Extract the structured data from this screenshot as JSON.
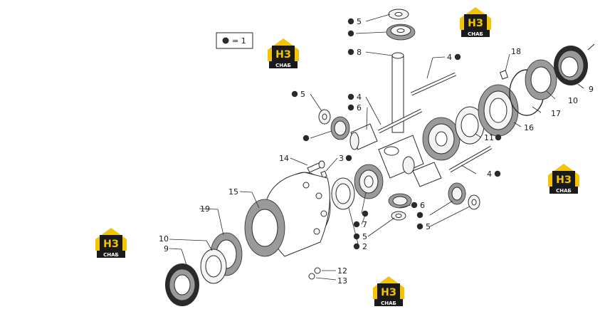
{
  "legend": {
    "symbol": "●",
    "text": "= 1"
  },
  "labels": [
    {
      "id": "l5a",
      "text": "5",
      "dot": true
    },
    {
      "id": "l8",
      "text": "8",
      "dot": true
    },
    {
      "id": "l4a",
      "text": "4",
      "dot": true
    },
    {
      "id": "l18",
      "text": "18",
      "dot": false
    },
    {
      "id": "l9a",
      "text": "9",
      "dot": false
    },
    {
      "id": "l10a",
      "text": "10",
      "dot": false
    },
    {
      "id": "l17",
      "text": "17",
      "dot": false
    },
    {
      "id": "l16",
      "text": "16",
      "dot": false
    },
    {
      "id": "l11",
      "text": "11",
      "dot": true
    },
    {
      "id": "l5b",
      "text": "5",
      "dot": true
    },
    {
      "id": "l4b",
      "text": "4",
      "dot": true
    },
    {
      "id": "l6a",
      "text": "6",
      "dot": true
    },
    {
      "id": "l14",
      "text": "14",
      "dot": false
    },
    {
      "id": "l3",
      "text": "3",
      "dot": true
    },
    {
      "id": "l4c",
      "text": "4",
      "dot": true
    },
    {
      "id": "l15",
      "text": "15",
      "dot": false
    },
    {
      "id": "l19",
      "text": "19",
      "dot": false
    },
    {
      "id": "l6b",
      "text": "6",
      "dot": true
    },
    {
      "id": "l7",
      "text": "7",
      "dot": true
    },
    {
      "id": "l5c",
      "text": "5",
      "dot": true
    },
    {
      "id": "l5d",
      "text": "5",
      "dot": true
    },
    {
      "id": "l2",
      "text": "2",
      "dot": true
    },
    {
      "id": "l10b",
      "text": "10",
      "dot": false
    },
    {
      "id": "l9b",
      "text": "9",
      "dot": false
    },
    {
      "id": "l12",
      "text": "12",
      "dot": false
    },
    {
      "id": "l13",
      "text": "13",
      "dot": false
    }
  ],
  "watermark": {
    "top": "НЗ",
    "bottom": "СНАБ",
    "color_yellow": "#f5c400",
    "color_dark": "#1a1a1a"
  }
}
